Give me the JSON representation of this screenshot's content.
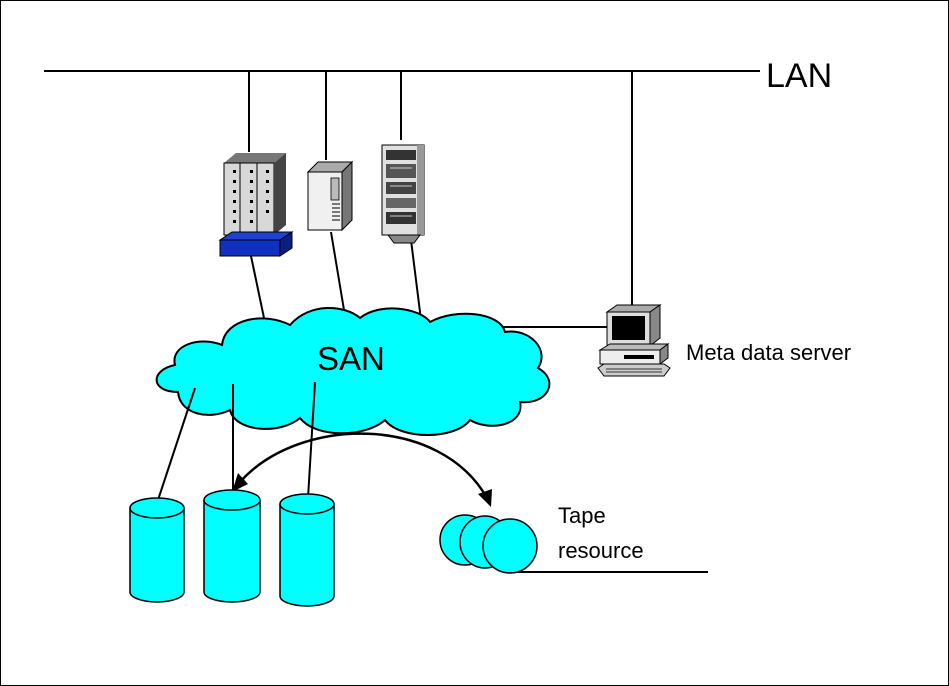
{
  "labels": {
    "lan": "LAN",
    "san": "SAN",
    "meta_data_server": "Meta data server",
    "tape_resource_line1": "Tape",
    "tape_resource_line2": "resource"
  },
  "colors": {
    "cloud": "#00ffff",
    "disk": "#00ffff",
    "server_base": "#1030c0",
    "line": "#000000"
  },
  "icons": [
    "mainframe-server-icon",
    "tower-server-icon",
    "rack-server-icon",
    "workstation-icon",
    "disk-icon",
    "tape-icon"
  ]
}
